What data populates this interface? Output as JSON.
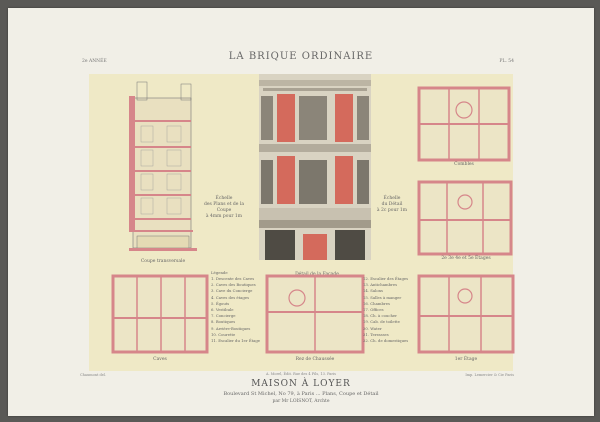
{
  "header": {
    "title": "LA BRIQUE ORDINAIRE",
    "volume": "2e ANNÉE",
    "plate_no": "PL. 54"
  },
  "captions": {
    "section": "Coupe transversale",
    "facade": "Détail de la Façade",
    "caves": "Caves",
    "ground": "Rez de Chaussée",
    "combles": "Combles",
    "upper_floors": "2e 3e 4e et 5e Étages",
    "first_floor": "1er Étage"
  },
  "scales": {
    "left": [
      "Échelle",
      "des Plans et de la",
      "Coupe",
      "à 4mm pour 1m"
    ],
    "right": [
      "Échelle",
      "du Détail",
      "à 2c pour 1m"
    ]
  },
  "legend": {
    "title": "Légende",
    "col1": [
      "1. Descente des Caves",
      "2. Caves des Boutiques",
      "3. Cave du Concierge",
      "4. Caves des étages",
      "5. Égouts",
      "6. Vestibule",
      "7. Concierge",
      "8. Boutiques",
      "9. Arrière-Boutiques",
      "10. Courette",
      "11. Escalier du 1er Étage"
    ],
    "col2": [
      "12. Escalier des Étages",
      "13. Antichambres",
      "14. Salons",
      "15. Salles à manger",
      "16. Chambres",
      "17. Offices",
      "18. Ch. à coucher",
      "19. Cab. de toilette",
      "20. Water",
      "21. Terrasses",
      "22. Ch. de domestiques"
    ]
  },
  "footer": {
    "left_credit": "Chaumont del.",
    "center_credit": "A. Morel, Édit. Rue des 4 Fils, 13. Paris",
    "right_credit": "Imp. Lemercier & Cie Paris",
    "main_title": "MAISON À LOYER",
    "address": "Boulevard St Michel, No 79, à Paris ... Plans, Coupe et Détail",
    "architect": "par Mr LOISNOT, Archte"
  },
  "colors": {
    "brick": "#d6868a",
    "paper": "#efe9c6",
    "sheet": "#f1efe7",
    "mat": "#5a5956"
  }
}
